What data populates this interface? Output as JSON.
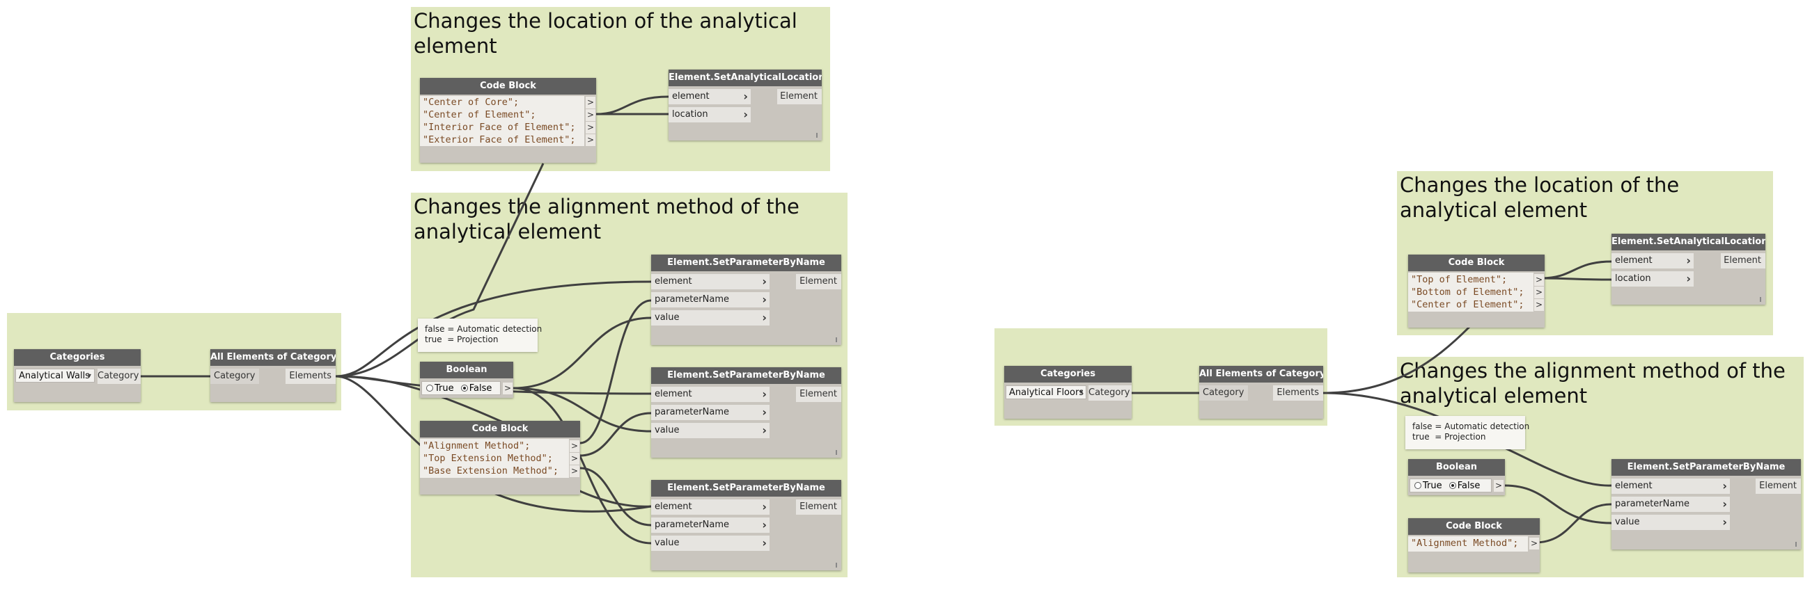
{
  "groups": {
    "g1_location": {
      "title": "Changes the location of the analytical element"
    },
    "g1_alignment": {
      "title": "Changes the alignment method of the analytical element"
    },
    "g2_location": {
      "title": "Changes the location of the analytical element"
    },
    "g2_alignment": {
      "title": "Changes the alignment method of the analytical element"
    }
  },
  "nodes": {
    "categories_walls": {
      "title": "Categories",
      "selected": "Analytical Walls",
      "output": "Category"
    },
    "all_elements_1": {
      "title": "All Elements of Category",
      "input": "Category",
      "output": "Elements"
    },
    "code_location_1": {
      "title": "Code Block",
      "lines": [
        "\"Center of Core\";",
        "\"Center of Element\";",
        "\"Interior Face of Element\";",
        "\"Exterior Face of Element\";"
      ],
      "port": ">"
    },
    "set_location_1": {
      "title": "Element.SetAnalyticalLocation",
      "inputs": [
        "element",
        "location"
      ],
      "output": "Element"
    },
    "note_1": {
      "text": "false = Automatic detection\ntrue  = Projection"
    },
    "boolean_1": {
      "title": "Boolean",
      "true_label": "True",
      "false_label": "False",
      "selected": "False",
      "port": ">"
    },
    "code_params_1": {
      "title": "Code Block",
      "lines": [
        "\"Alignment Method\";",
        "\"Top Extension Method\";",
        "\"Base Extension Method\";"
      ],
      "port": ">"
    },
    "set_param_1a": {
      "title": "Element.SetParameterByName",
      "inputs": [
        "element",
        "parameterName",
        "value"
      ],
      "output": "Element"
    },
    "set_param_1b": {
      "title": "Element.SetParameterByName",
      "inputs": [
        "element",
        "parameterName",
        "value"
      ],
      "output": "Element"
    },
    "set_param_1c": {
      "title": "Element.SetParameterByName",
      "inputs": [
        "element",
        "parameterName",
        "value"
      ],
      "output": "Element"
    },
    "categories_floors": {
      "title": "Categories",
      "selected": "Analytical Floors",
      "output": "Category"
    },
    "all_elements_2": {
      "title": "All Elements of Category",
      "input": "Category",
      "output": "Elements"
    },
    "code_location_2": {
      "title": "Code Block",
      "lines": [
        "\"Top of Element\";",
        "\"Bottom of Element\";",
        "\"Center of Element\";"
      ],
      "port": ">"
    },
    "set_location_2": {
      "title": "Element.SetAnalyticalLocation",
      "inputs": [
        "element",
        "location"
      ],
      "output": "Element"
    },
    "note_2": {
      "text": "false = Automatic detection\ntrue  = Projection"
    },
    "boolean_2": {
      "title": "Boolean",
      "true_label": "True",
      "false_label": "False",
      "selected": "False",
      "port": ">"
    },
    "code_params_2": {
      "title": "Code Block",
      "lines": [
        "\"Alignment Method\";"
      ],
      "port": ">"
    },
    "set_param_2": {
      "title": "Element.SetParameterByName",
      "inputs": [
        "element",
        "parameterName",
        "value"
      ],
      "output": "Element"
    }
  },
  "icons": {
    "chevron": "chevron-right-icon",
    "dropdown": "chevron-down-icon"
  },
  "colors": {
    "group_bg": "#e0e8bf",
    "node_header": "#5f5f5f",
    "node_body": "#c9c5be",
    "wire": "#404040",
    "code_text": "#7a4a24"
  }
}
